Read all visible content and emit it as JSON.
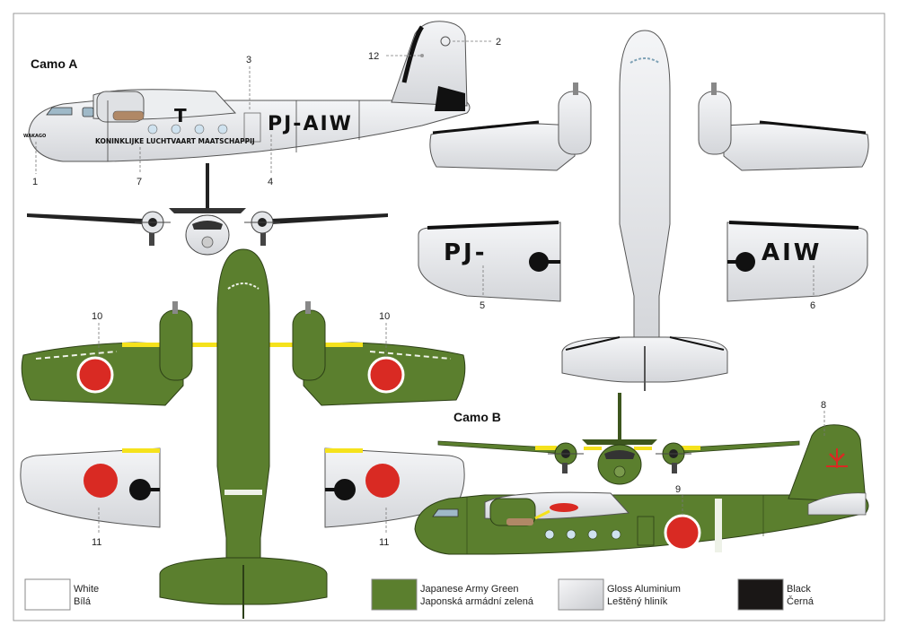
{
  "camo_a": {
    "title": "Camo A",
    "registration": "PJ-AIW",
    "airline_text": "KONINKLIJKE LUCHTVAART MAATSCHAPPIJ",
    "nose_text": "WAKAGO",
    "wing_left_reg": "PJ-",
    "wing_right_reg": "AIW",
    "tail_letter": "T"
  },
  "camo_b": {
    "title": "Camo B"
  },
  "callouts": [
    "1",
    "2",
    "3",
    "4",
    "5",
    "6",
    "7",
    "8",
    "9",
    "10",
    "11",
    "12"
  ],
  "colors": {
    "white": "#ffffff",
    "army_green": "#5b7f2e",
    "aluminium": "#e2e3e6",
    "black": "#1a1716",
    "hinomaru": "#d92a23",
    "yellow": "#f5e21c"
  },
  "legend": [
    {
      "line1": "White",
      "line2": "Bílá",
      "color": "#ffffff"
    },
    {
      "line1": "Japanese Army Green",
      "line2": "Japonská armádní zelená",
      "color": "#5b7f2e"
    },
    {
      "line1": "Gloss Aluminium",
      "line2": "Leštěný hliník",
      "color": "#e2e3e6"
    },
    {
      "line1": "Black",
      "line2": "Černá",
      "color": "#1a1716"
    }
  ]
}
